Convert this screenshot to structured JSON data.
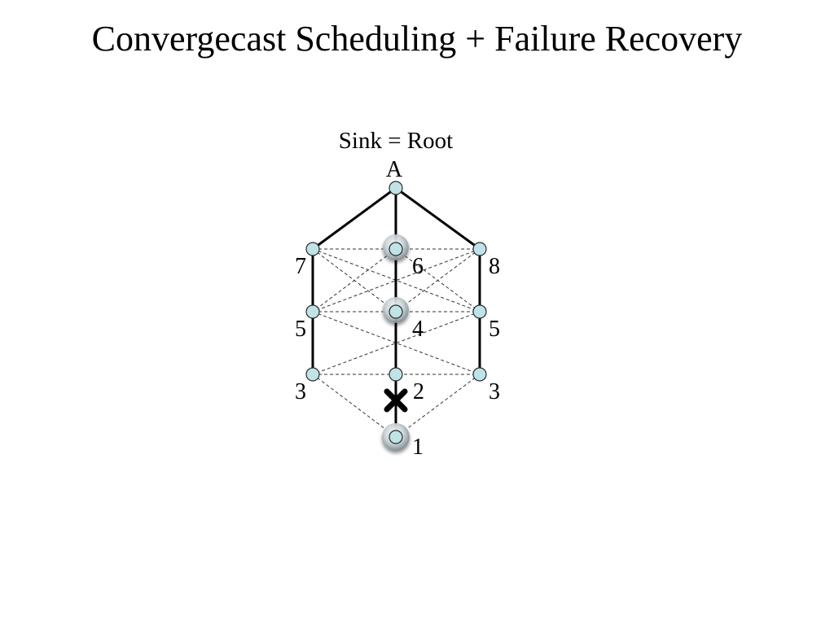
{
  "slide": {
    "title": "Convergecast Scheduling + Failure Recovery"
  },
  "diagram": {
    "sink_label": "Sink = Root",
    "root_node_label": "A",
    "node_labels": {
      "left_top": "7",
      "center_top": "6",
      "right_top": "8",
      "left_mid": "5",
      "center_mid": "4",
      "right_mid": "5",
      "left_bottom": "3",
      "center_bottom": "2",
      "right_bottom": "3",
      "leaf": "1"
    },
    "failed_link_icon": "x-mark-icon",
    "highlighted_nodes": [
      "center_top",
      "center_mid",
      "leaf"
    ],
    "colors": {
      "node_fill": "#bfe3e6",
      "node_stroke": "#2a2a2a",
      "tree_edge": "#000000",
      "mesh_edge": "#333333"
    }
  }
}
